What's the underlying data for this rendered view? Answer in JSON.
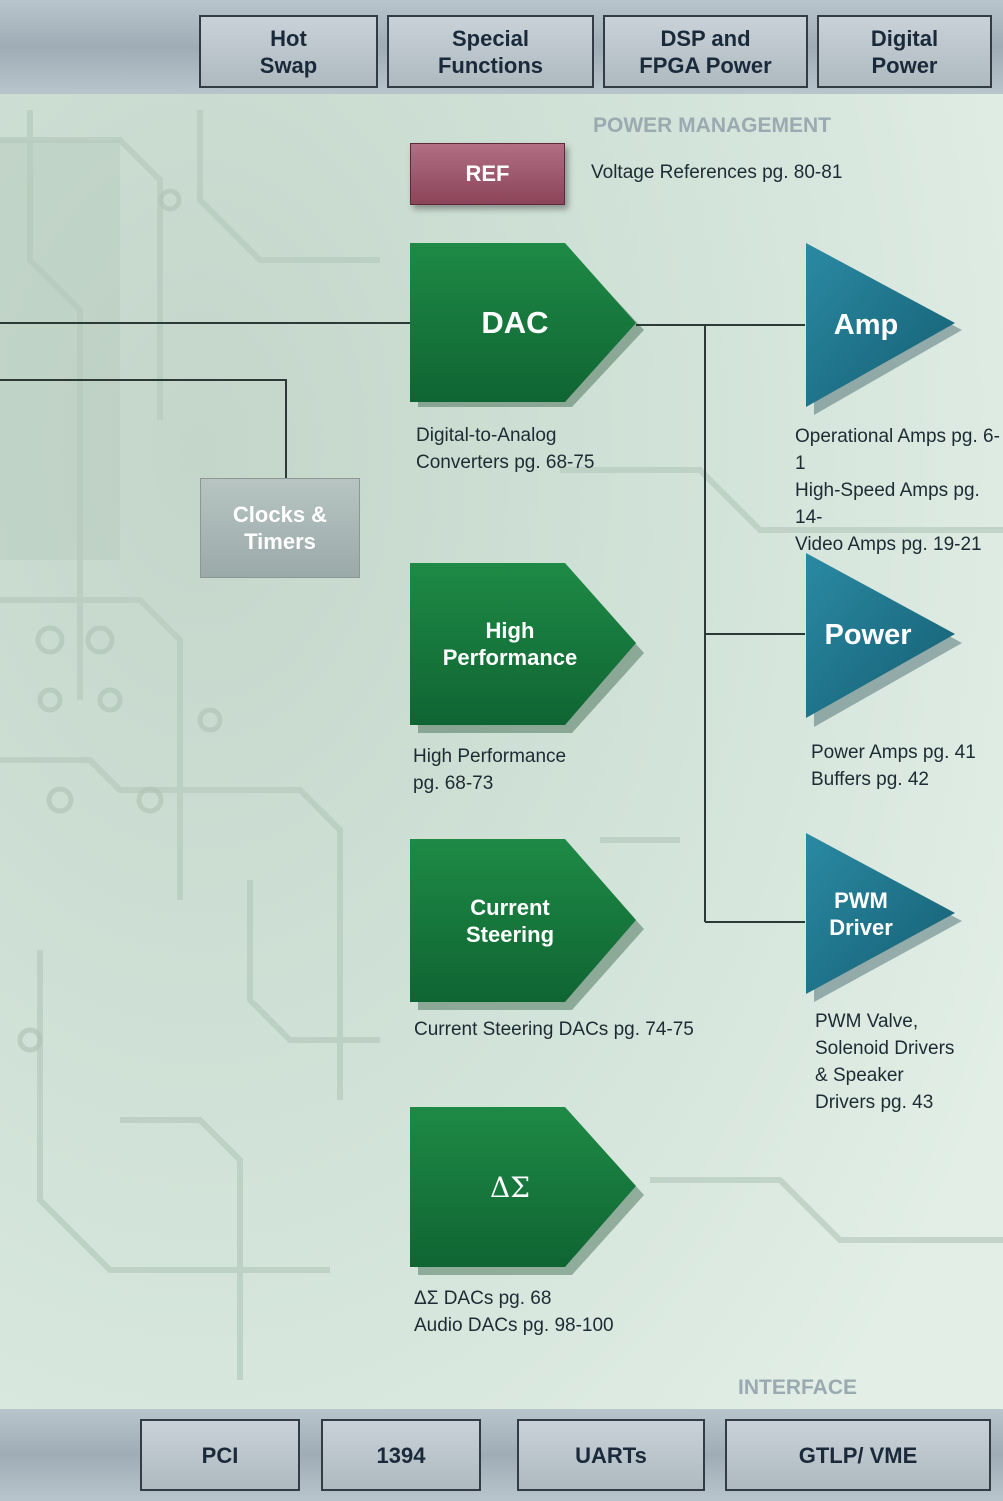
{
  "top_tabs": [
    {
      "label": "Hot\nSwap"
    },
    {
      "label": "Special\nFunctions"
    },
    {
      "label": "DSP and\nFPGA Power"
    },
    {
      "label": "Digital\nPower"
    }
  ],
  "power_management_label": "POWER MANAGEMENT",
  "ref": {
    "label": "REF",
    "caption": "Voltage References pg. 80-81"
  },
  "clocks": {
    "label": "Clocks &\nTimers"
  },
  "dac_blocks": [
    {
      "label": "DAC",
      "caption": "Digital-to-Analog\nConverters pg. 68-75"
    },
    {
      "label": "High\nPerformance",
      "caption": "High Performance\npg. 68-73"
    },
    {
      "label": "Current\nSteering",
      "caption": "Current Steering DACs pg. 74-75"
    },
    {
      "label": "ΔΣ",
      "caption": "ΔΣ DACs pg. 68\nAudio DACs pg. 98-100"
    }
  ],
  "amp_blocks": [
    {
      "label": "Amp",
      "caption": "Operational Amps pg. 6-1\nHigh-Speed Amps pg. 14-\nVideo Amps pg. 19-21"
    },
    {
      "label": "Power",
      "caption": "Power Amps pg. 41\nBuffers pg. 42"
    },
    {
      "label": "PWM\nDriver",
      "caption": "PWM Valve,\nSolenoid Drivers\n& Speaker\nDrivers pg. 43"
    }
  ],
  "interface_label": "INTERFACE",
  "bottom_tabs": [
    {
      "label": "PCI"
    },
    {
      "label": "1394"
    },
    {
      "label": "UARTs"
    },
    {
      "label": "GTLP/ VME"
    }
  ],
  "colors": {
    "background": "#d6e6dc",
    "dac_green": "#157a3c",
    "amp_teal": "#1a6f86",
    "ref_maroon": "#9a5166",
    "tab_border": "#333c44"
  }
}
